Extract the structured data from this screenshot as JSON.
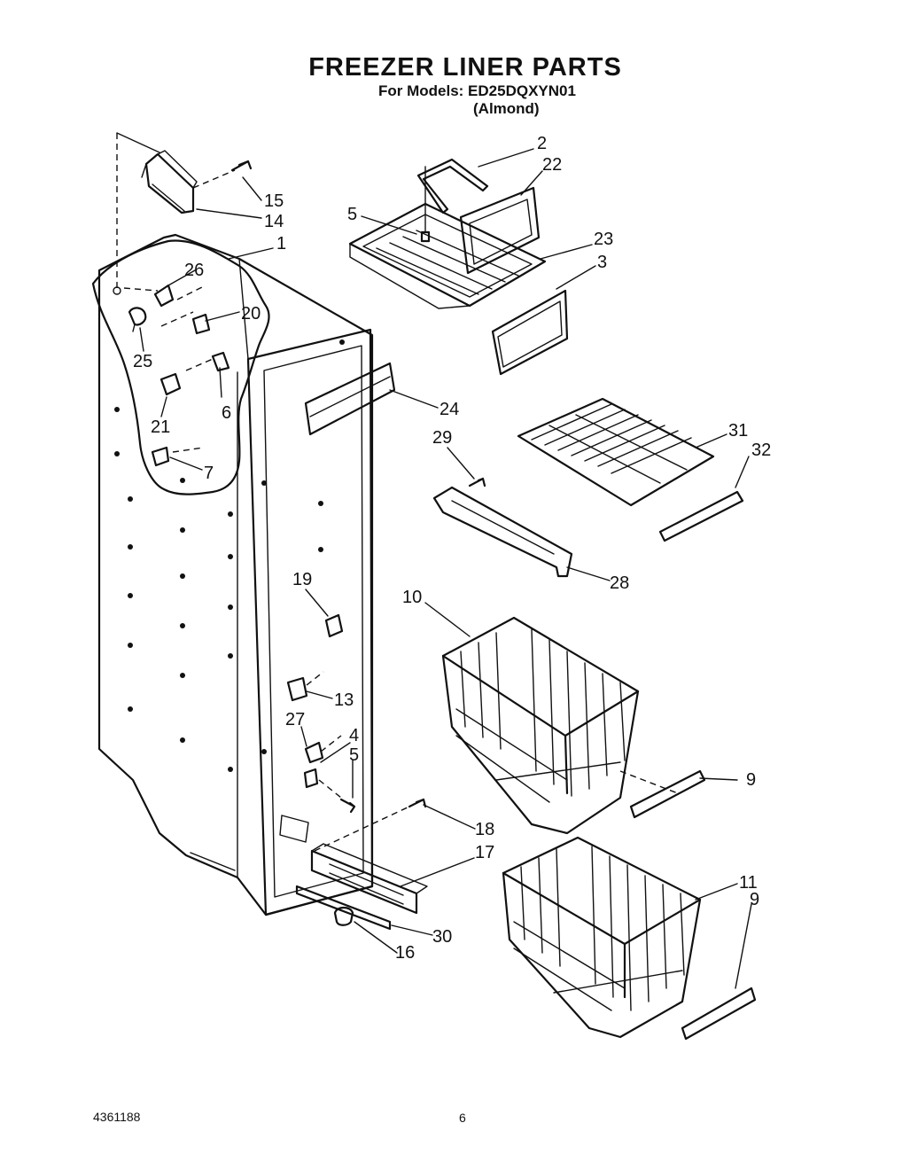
{
  "title": "FREEZER LINER PARTS",
  "subtitle_models": "For Models: ED25DQXYN01",
  "subtitle_color": "(Almond)",
  "footer_left": "4361188",
  "footer_page": "6",
  "callouts": {
    "c1": "1",
    "c2": "2",
    "c3": "3",
    "c4": "4",
    "c5a": "5",
    "c5b": "5",
    "c6": "6",
    "c7": "7",
    "c9a": "9",
    "c9b": "9",
    "c10": "10",
    "c11": "11",
    "c13": "13",
    "c14": "14",
    "c15": "15",
    "c16": "16",
    "c17": "17",
    "c18": "18",
    "c19": "19",
    "c20": "20",
    "c21": "21",
    "c22": "22",
    "c23": "23",
    "c24": "24",
    "c25": "25",
    "c26": "26",
    "c27": "27",
    "c28": "28",
    "c29": "29",
    "c30": "30",
    "c31": "31",
    "c32": "32"
  }
}
